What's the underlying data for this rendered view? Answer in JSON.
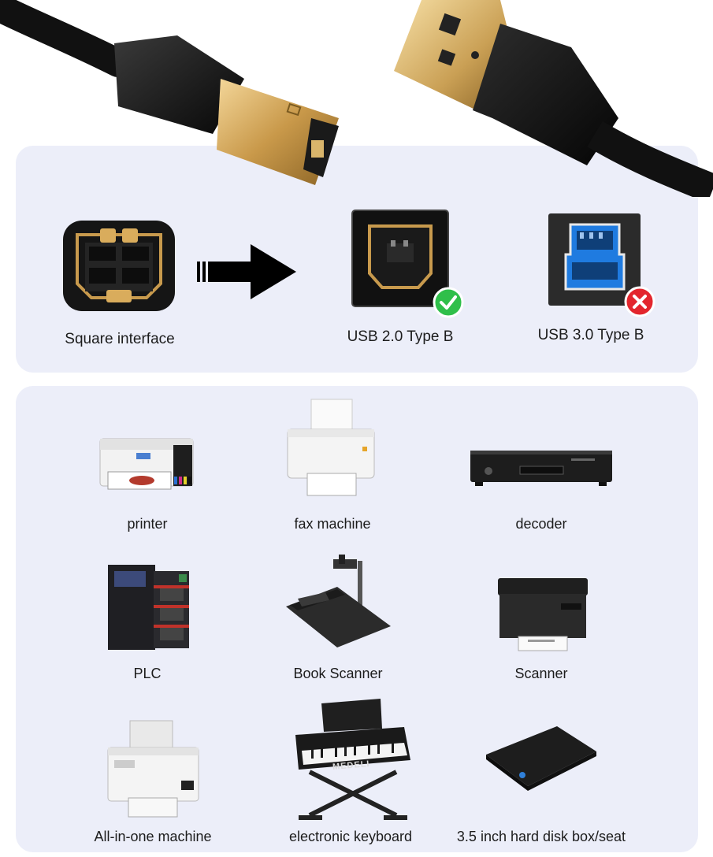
{
  "interface": {
    "labels": {
      "square": "Square interface",
      "usb2": "USB 2.0 Type B",
      "usb3": "USB 3.0 Type B"
    },
    "compatible_badge_color": "#2fbf4a",
    "incompatible_badge_color": "#e3262e",
    "usb3_port_color": "#1f7be0"
  },
  "devices": [
    {
      "label": "printer",
      "icon": "printer-icon"
    },
    {
      "label": "fax machine",
      "icon": "fax-machine-icon"
    },
    {
      "label": "decoder",
      "icon": "decoder-icon"
    },
    {
      "label": "PLC",
      "icon": "plc-icon"
    },
    {
      "label": "Book Scanner",
      "icon": "book-scanner-icon"
    },
    {
      "label": "Scanner",
      "icon": "scanner-icon"
    },
    {
      "label": "All-in-one machine",
      "icon": "all-in-one-machine-icon"
    },
    {
      "label": "electronic keyboard",
      "icon": "electronic-keyboard-icon"
    },
    {
      "label": "3.5 inch hard disk box/seat",
      "icon": "hard-disk-box-icon"
    }
  ],
  "keyboard_brand": "MEDELI"
}
